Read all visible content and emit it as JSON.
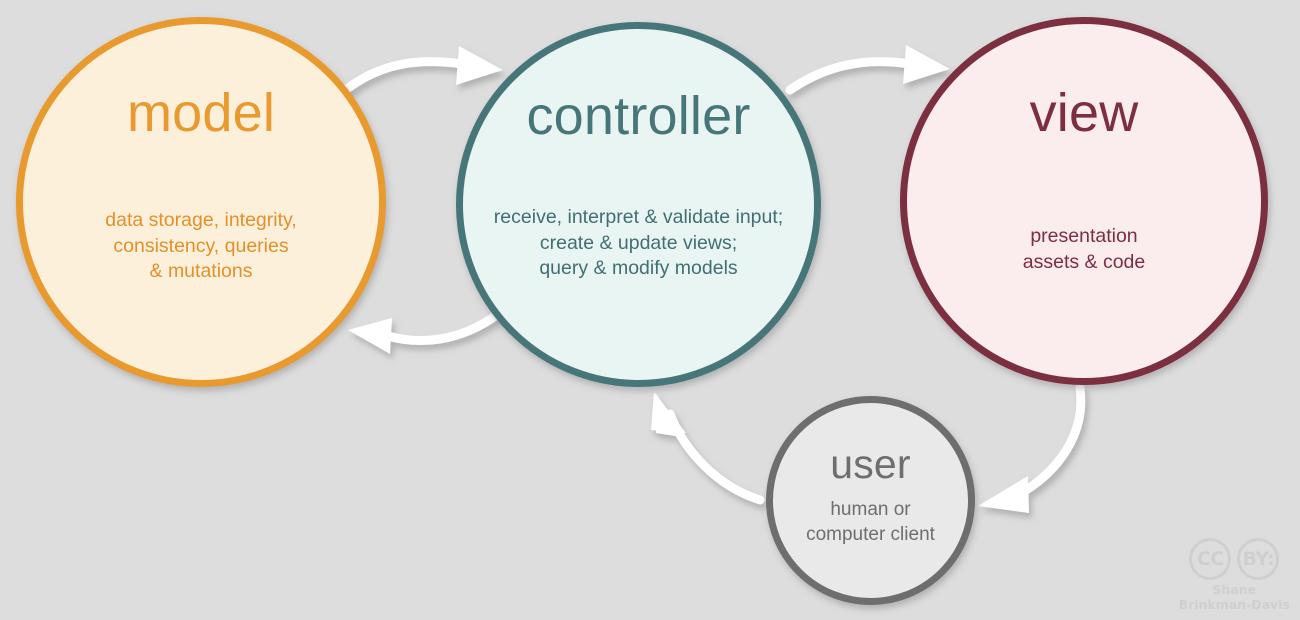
{
  "diagram": {
    "background_color": "#dddddd",
    "nodes": [
      {
        "id": "model",
        "title": "model",
        "description": "data storage, integrity,\nconsistency, queries\n& mutations",
        "fill_color": "#fdf0db",
        "border_color": "#e89a2e",
        "text_color": "#e89a2e"
      },
      {
        "id": "controller",
        "title": "controller",
        "description": "receive, interpret & validate input;\ncreate & update views;\nquery & modify models",
        "fill_color": "#e9f5f3",
        "border_color": "#47767a",
        "text_color": "#47767a"
      },
      {
        "id": "view",
        "title": "view",
        "description": "presentation\nassets & code",
        "fill_color": "#fbecee",
        "border_color": "#7b2f3f",
        "text_color": "#7b2f3f"
      },
      {
        "id": "user",
        "title": "user",
        "description": "human or\ncomputer client",
        "fill_color": "#e9e9e9",
        "border_color": "#6e6e6e",
        "text_color": "#6e6e6e"
      }
    ],
    "arrows": [
      {
        "id": "model-to-controller",
        "from": "model",
        "to": "controller",
        "color": "#ffffff"
      },
      {
        "id": "controller-to-model",
        "from": "controller",
        "to": "model",
        "color": "#ffffff"
      },
      {
        "id": "controller-to-view",
        "from": "controller",
        "to": "view",
        "color": "#ffffff"
      },
      {
        "id": "view-to-user",
        "from": "view",
        "to": "user",
        "color": "#ffffff"
      },
      {
        "id": "user-to-controller",
        "from": "user",
        "to": "controller",
        "color": "#ffffff"
      }
    ]
  },
  "license": {
    "cc_mark": "CC",
    "by_mark": "BY:",
    "author_line_1": "Shane",
    "author_line_2": "Brinkman-Davis",
    "color": "#cfcfcf"
  }
}
